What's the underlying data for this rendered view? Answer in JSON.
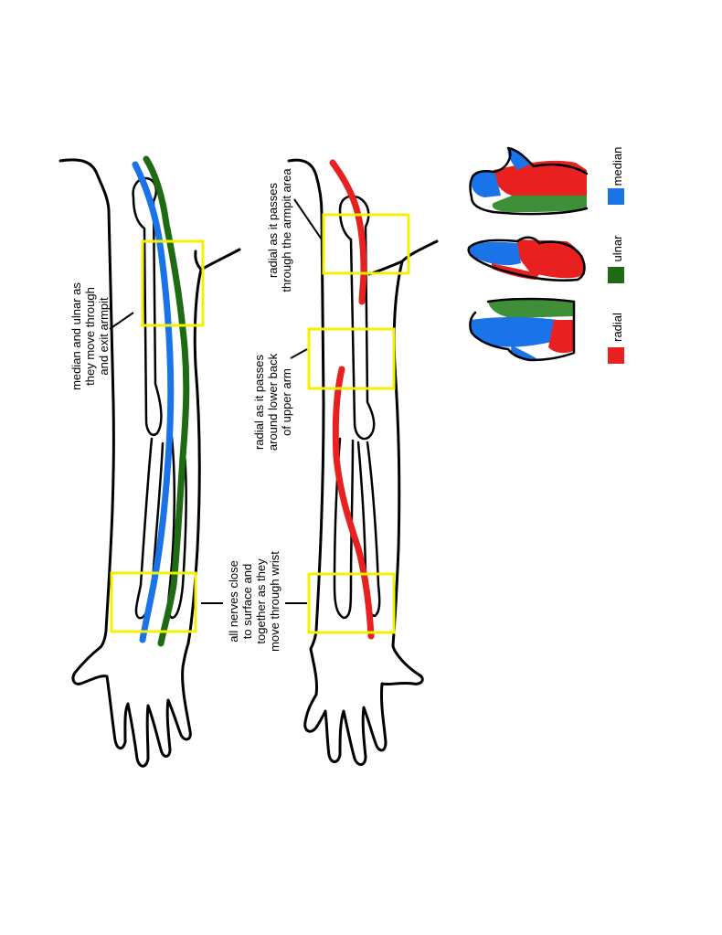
{
  "colors": {
    "median": "#1a73e8",
    "ulnar": "#1e6b14",
    "radial": "#e8201f",
    "highlight_box": "#f4f100",
    "outline": "#000000",
    "background": "#ffffff"
  },
  "annotations": {
    "median_ulnar_armpit": [
      "median and ulnar as",
      "they move through",
      "and exit armpit"
    ],
    "all_nerves_wrist": [
      "all nerves close",
      "to surface and",
      "together as they",
      "move through wrist"
    ],
    "radial_armpit": [
      "radial as it passes",
      "through the armpit area"
    ],
    "radial_upper_arm": [
      "radial as it passes",
      "around lower back",
      "of upper arm"
    ]
  },
  "legend": [
    {
      "key": "median",
      "label": "median",
      "color": "#1a73e8"
    },
    {
      "key": "ulnar",
      "label": "ulnar",
      "color": "#1e6b14"
    },
    {
      "key": "radial",
      "label": "radial",
      "color": "#e8201f"
    }
  ],
  "icons": {
    "hand_1": "hand-dorsal-icon",
    "hand_2": "hand-side-icon",
    "hand_3": "hand-palmar-icon"
  }
}
